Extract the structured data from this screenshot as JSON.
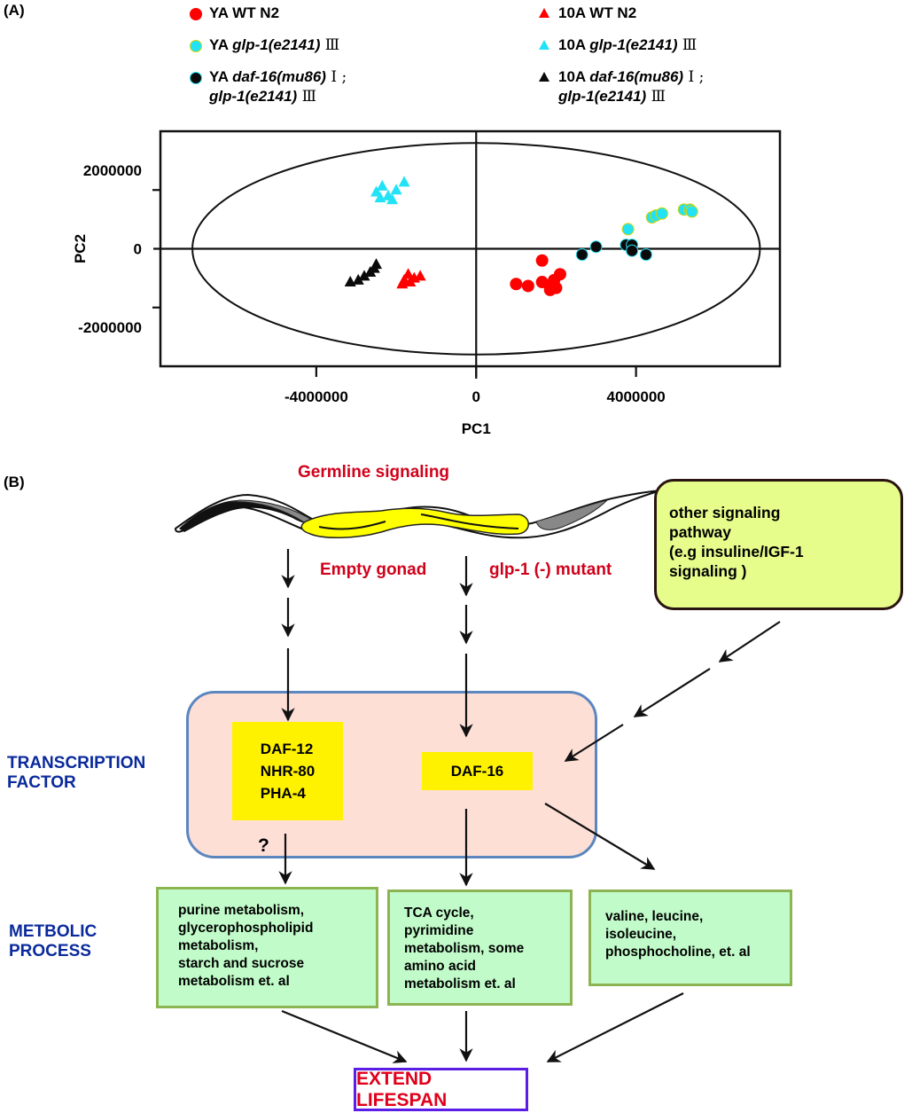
{
  "panel_a": {
    "label": "(A)",
    "legend": [
      {
        "marker": "circle",
        "color": "#ff0000",
        "edge": "#ff0000",
        "prefix": "YA",
        "text": "WT N2",
        "italic": "",
        "suffix": "",
        "line2_italic": "",
        "line2_suffix": ""
      },
      {
        "marker": "circle",
        "color": "#22e3f5",
        "edge": "#d6d400",
        "prefix": "YA",
        "text": "",
        "italic": "glp-1(e2141)",
        "suffix": "Ⅲ",
        "line2_italic": "",
        "line2_suffix": ""
      },
      {
        "marker": "circle",
        "color": "#0a0a0a",
        "edge": "#22e3f5",
        "prefix": "YA",
        "text": "",
        "italic": "daf-16(mu86)",
        "suffix": "Ⅰ ;",
        "line2_italic": "glp-1(e2141)",
        "line2_suffix": "Ⅲ"
      },
      {
        "marker": "triangle",
        "color": "#ff0000",
        "prefix": "10A",
        "text": "WT N2",
        "italic": "",
        "suffix": "",
        "line2_italic": "",
        "line2_suffix": ""
      },
      {
        "marker": "triangle",
        "color": "#22e3f5",
        "prefix": "10A",
        "text": "",
        "italic": "glp-1(e2141)",
        "suffix": "Ⅲ",
        "line2_italic": "",
        "line2_suffix": ""
      },
      {
        "marker": "triangle",
        "color": "#0a0a0a",
        "prefix": "10A",
        "text": "",
        "italic": "daf-16(mu86)",
        "suffix": "Ⅰ ;",
        "line2_italic": "glp-1(e2141)",
        "line2_suffix": "Ⅲ"
      }
    ]
  },
  "chart_data": {
    "type": "scatter",
    "title": "",
    "xlabel": "PC1",
    "ylabel": "PC2",
    "xlim": [
      -7900000,
      7600000
    ],
    "ylim": [
      -3000000,
      3000000
    ],
    "x_ticks": [
      -4000000,
      0,
      4000000
    ],
    "x_tick_labels": [
      "-4000000",
      "0",
      "4000000"
    ],
    "y_ticks": [
      -2000000,
      0,
      2000000
    ],
    "y_tick_labels": [
      "-2000000",
      "0",
      "2000000"
    ],
    "y_minor_ticks": [
      -1500000,
      1500000
    ],
    "zero_lines": true,
    "grid": false,
    "legend_position": "top",
    "confidence_ellipse": {
      "center": [
        0,
        0
      ],
      "rx": 7100000,
      "ry": 2700000
    },
    "series": [
      {
        "name": "YA WT N2",
        "marker": "circle",
        "color": "#ff0000",
        "edge": "#ff0000",
        "points": [
          [
            1000000,
            -900000
          ],
          [
            1300000,
            -950000
          ],
          [
            1650000,
            -300000
          ],
          [
            1650000,
            -850000
          ],
          [
            1850000,
            -1050000
          ],
          [
            1950000,
            -800000
          ],
          [
            2000000,
            -1000000
          ],
          [
            2100000,
            -650000
          ],
          [
            1900000,
            -900000
          ]
        ]
      },
      {
        "name": "YA glp-1(e2141) III",
        "marker": "circle",
        "color": "#22e3f5",
        "edge": "#d6d400",
        "points": [
          [
            3800000,
            500000
          ],
          [
            4400000,
            800000
          ],
          [
            4500000,
            850000
          ],
          [
            4650000,
            900000
          ],
          [
            5200000,
            1000000
          ],
          [
            5350000,
            1000000
          ],
          [
            5400000,
            950000
          ]
        ]
      },
      {
        "name": "YA daf-16(mu86) I; glp-1(e2141) III",
        "marker": "circle",
        "color": "#0a0a0a",
        "edge": "#22e3f5",
        "points": [
          [
            2650000,
            -150000
          ],
          [
            3000000,
            50000
          ],
          [
            3750000,
            100000
          ],
          [
            3900000,
            100000
          ],
          [
            3900000,
            -50000
          ],
          [
            4250000,
            -150000
          ]
        ]
      },
      {
        "name": "10A WT N2",
        "marker": "triangle",
        "color": "#ff0000",
        "points": [
          [
            -1850000,
            -900000
          ],
          [
            -1700000,
            -650000
          ],
          [
            -1550000,
            -750000
          ],
          [
            -1400000,
            -700000
          ],
          [
            -1800000,
            -800000
          ],
          [
            -1650000,
            -850000
          ]
        ]
      },
      {
        "name": "10A glp-1(e2141) III",
        "marker": "triangle",
        "color": "#22e3f5",
        "points": [
          [
            -2500000,
            1450000
          ],
          [
            -2350000,
            1600000
          ],
          [
            -2200000,
            1350000
          ],
          [
            -2000000,
            1500000
          ],
          [
            -1800000,
            1700000
          ],
          [
            -2400000,
            1300000
          ],
          [
            -2100000,
            1250000
          ]
        ]
      },
      {
        "name": "10A daf-16(mu86) I; glp-1(e2141) III",
        "marker": "triangle",
        "color": "#0a0a0a",
        "points": [
          [
            -3150000,
            -850000
          ],
          [
            -2950000,
            -800000
          ],
          [
            -2800000,
            -700000
          ],
          [
            -2650000,
            -600000
          ],
          [
            -2550000,
            -500000
          ],
          [
            -2500000,
            -400000
          ]
        ]
      }
    ]
  },
  "panel_b": {
    "label": "(B)",
    "germline_signaling": "Germline signaling",
    "empty_gonad": "Empty gonad",
    "glp1_mutant": "glp-1 (-) mutant",
    "other_signaling": [
      "other signaling",
      "pathway",
      "(e.g insuline/IGF-1",
      "signaling )"
    ],
    "transcription_factor_label": [
      "TRANSCRIPTION",
      "FACTOR"
    ],
    "tf_group_1": [
      "DAF-12",
      "NHR-80",
      "PHA-4"
    ],
    "tf_group_2": "DAF-16",
    "question_mark": "?",
    "metabolic_label": [
      "METBOLIC",
      "PROCESS"
    ],
    "metabolic_boxes": [
      [
        "purine metabolism,",
        "glycerophospholipid",
        "metabolism,",
        "starch and sucrose",
        "metabolism et. al"
      ],
      [
        "TCA cycle,",
        "pyrimidine",
        "metabolism, some",
        "amino acid",
        "metabolism et. al"
      ],
      [
        "valine, leucine,",
        "isoleucine,",
        "phosphocholine, et. al"
      ]
    ],
    "outcome": "EXTEND LIFESPAN",
    "colors": {
      "red_text": "#d0021b",
      "blue_text": "#0a2a9c",
      "tf_container_fill": "#fddfd6",
      "tf_container_border": "#5b86c0",
      "tf_fill": "#fff200",
      "metabolic_fill": "#c1fbc9",
      "metabolic_border": "#8cb452",
      "other_fill": "#e6fd8c",
      "outcome_border": "#5a1ee6",
      "outcome_text": "#e0001a"
    }
  }
}
